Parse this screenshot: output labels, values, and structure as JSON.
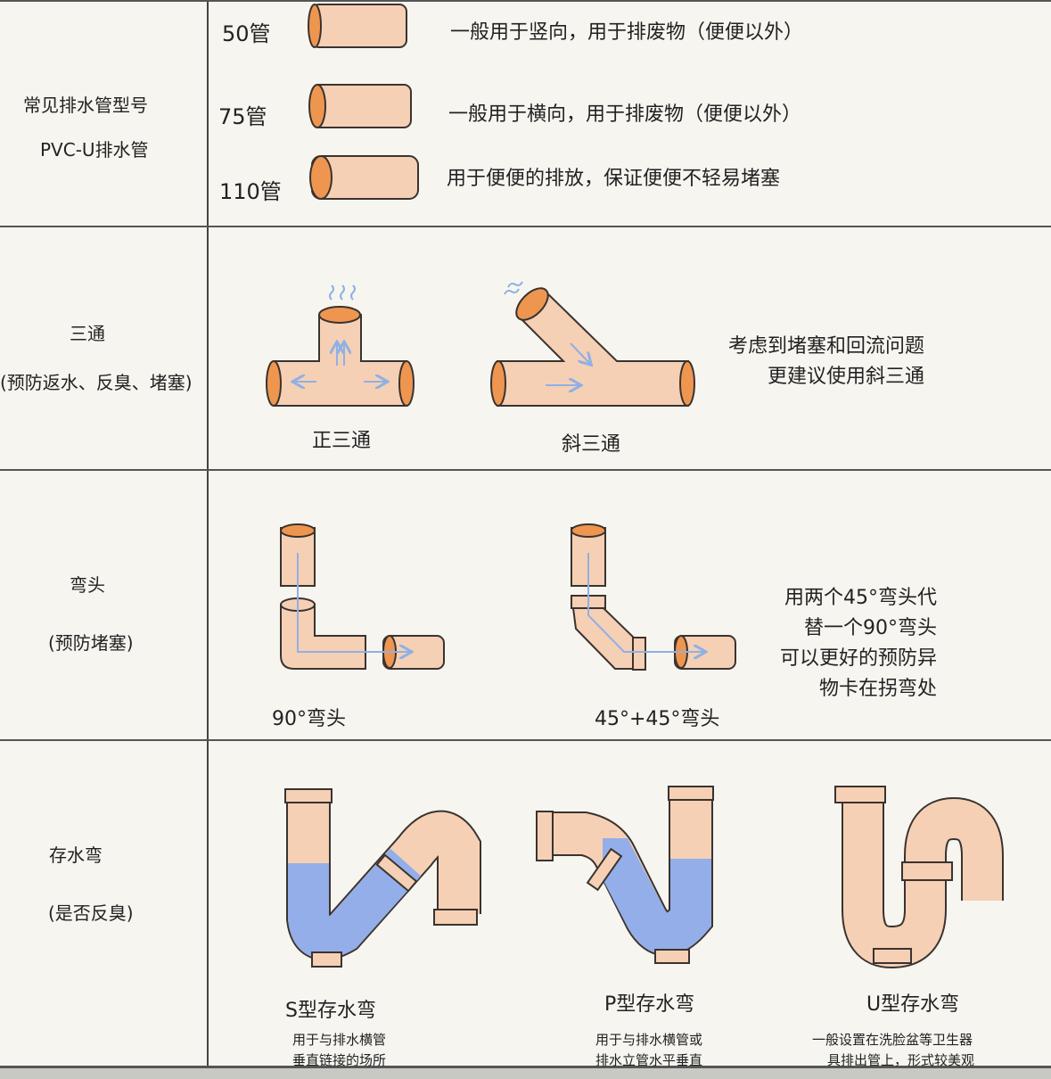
{
  "colors": {
    "pipe": "#f6d0b4",
    "pipe_end": "#ee9650",
    "outline": "#3a3330",
    "water": "#93aee8",
    "arrow": "#8fb0e6"
  },
  "sections": [
    {
      "title": "常见排水管型号",
      "subtitle": "PVC-U排水管",
      "pipes": [
        {
          "label": "50管",
          "desc": "一般用于竖向，用于排废物（便便以外）"
        },
        {
          "label": "75管",
          "desc": "一般用于横向，用于排废物（便便以外）"
        },
        {
          "label": "110管",
          "desc": "用于便便的排放，保证便便不轻易堵塞"
        }
      ]
    },
    {
      "title": "三通",
      "subtitle": "(预防返水、反臭、堵塞)",
      "items": [
        {
          "label": "正三通"
        },
        {
          "label": "斜三通"
        }
      ],
      "note": [
        "考虑到堵塞和回流问题",
        "更建议使用斜三通"
      ]
    },
    {
      "title": "弯头",
      "subtitle": "(预防堵塞)",
      "items": [
        {
          "label": "90°弯头"
        },
        {
          "label": "45°+45°弯头"
        }
      ],
      "note": [
        "用两个45°弯头代",
        "替一个90°弯头",
        "可以更好的预防异",
        "物卡在拐弯处"
      ]
    },
    {
      "title": "存水弯",
      "subtitle": "(是否反臭)",
      "items": [
        {
          "label": "S型存水弯",
          "desc": [
            "用于与排水横管",
            "垂直链接的场所"
          ]
        },
        {
          "label": "P型存水弯",
          "desc": [
            "用于与排水横管或",
            "排水立管水平垂直"
          ]
        },
        {
          "label": "U型存水弯",
          "desc": [
            "一般设置在洗脸盆等卫生器",
            "具排出管上，形式较美观"
          ]
        }
      ]
    }
  ]
}
